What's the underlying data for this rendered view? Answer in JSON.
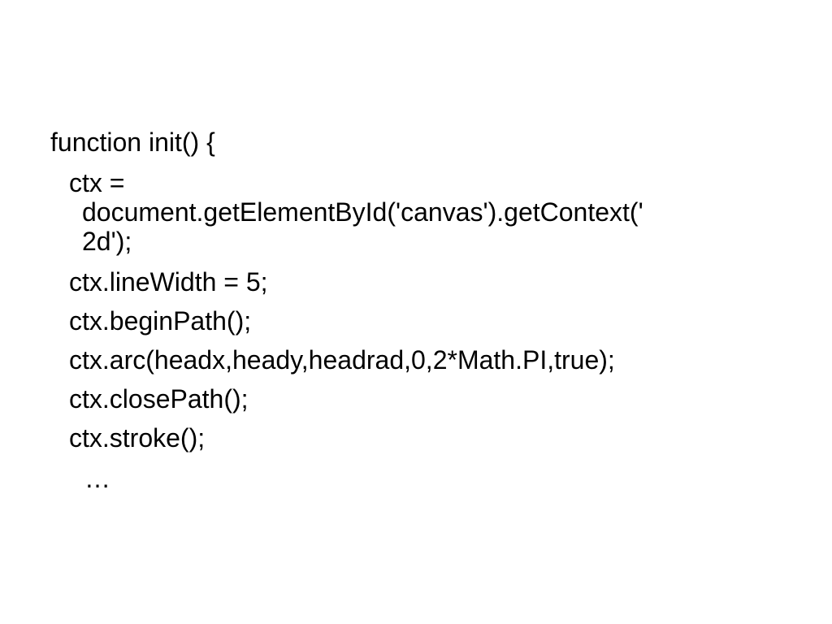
{
  "code": {
    "line0": "function init() {",
    "line1_part1": "ctx =",
    "line1_part2": "document.getElementById('canvas').getContext('",
    "line1_part3": "2d');",
    "line2": "ctx.lineWidth = 5;",
    "line3": "ctx.beginPath();",
    "line4": "ctx.arc(headx,heady,headrad,0,2*Math.PI,true);",
    "line5": "ctx.closePath();",
    "line6": "ctx.stroke();",
    "line7": "…"
  }
}
